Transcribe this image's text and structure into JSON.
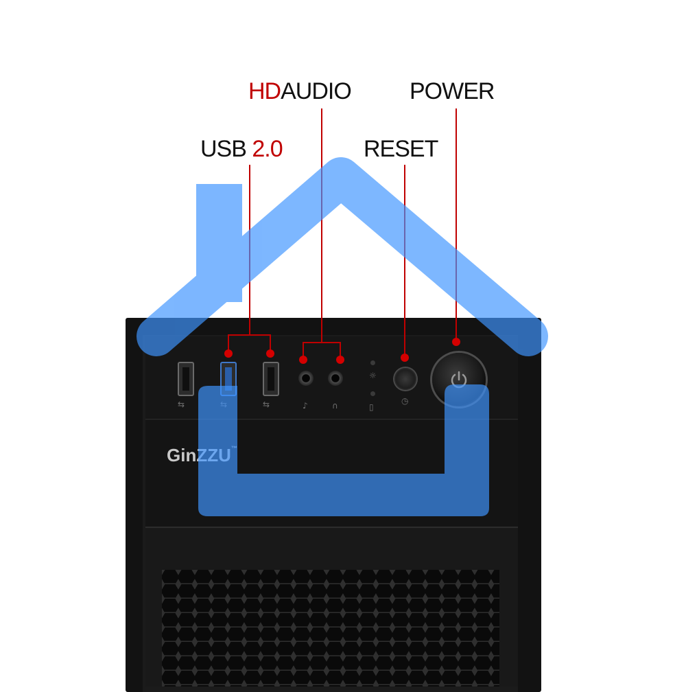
{
  "labels": {
    "usb": {
      "main": "USB ",
      "accent": "2.0"
    },
    "audio": {
      "accent": "HD",
      "main": "AUDIO"
    },
    "reset": {
      "main": "RESET"
    },
    "power": {
      "main": "POWER"
    }
  },
  "brand": {
    "name": "GinZZU",
    "trademark": "™"
  },
  "colors": {
    "accent": "#c00000",
    "callout_line": "#c00000",
    "overlay": "#4a9dff",
    "case": "#121212"
  },
  "icons": {
    "usb_symbol": "usb-icon",
    "mic": "microphone-icon",
    "headphone": "headphone-icon",
    "power": "power-icon",
    "house_overlay": "home-icon"
  }
}
